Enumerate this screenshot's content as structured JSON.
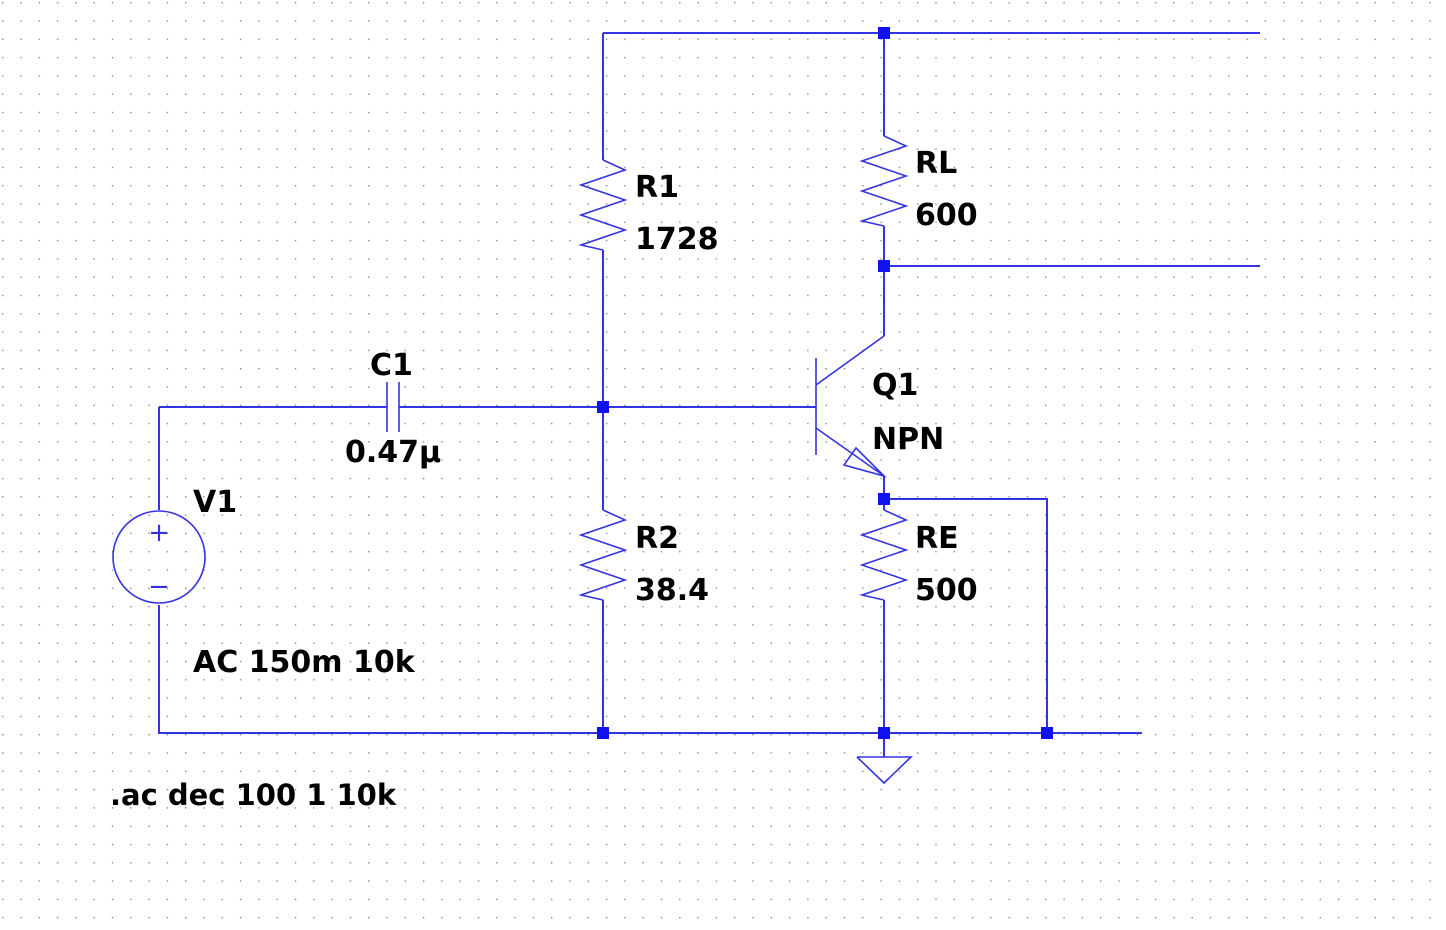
{
  "schematic": {
    "wire_color": "#3333e0",
    "junction_color": "#1010f0",
    "text_color": "#000000",
    "grid_dot_color": "#8a8a8a",
    "components": {
      "r1": {
        "name": "R1",
        "value": "1728"
      },
      "rl": {
        "name": "RL",
        "value": "600"
      },
      "c1": {
        "name": "C1",
        "value": "0.47μ"
      },
      "q1": {
        "name": "Q1",
        "model": "NPN"
      },
      "v1": {
        "name": "V1",
        "value": "AC 150m 10k",
        "plus": "+",
        "minus": "−"
      },
      "r2": {
        "name": "R2",
        "value": "38.4"
      },
      "re": {
        "name": "RE",
        "value": "500"
      }
    },
    "directive": ".ac dec 100 1 10k"
  }
}
